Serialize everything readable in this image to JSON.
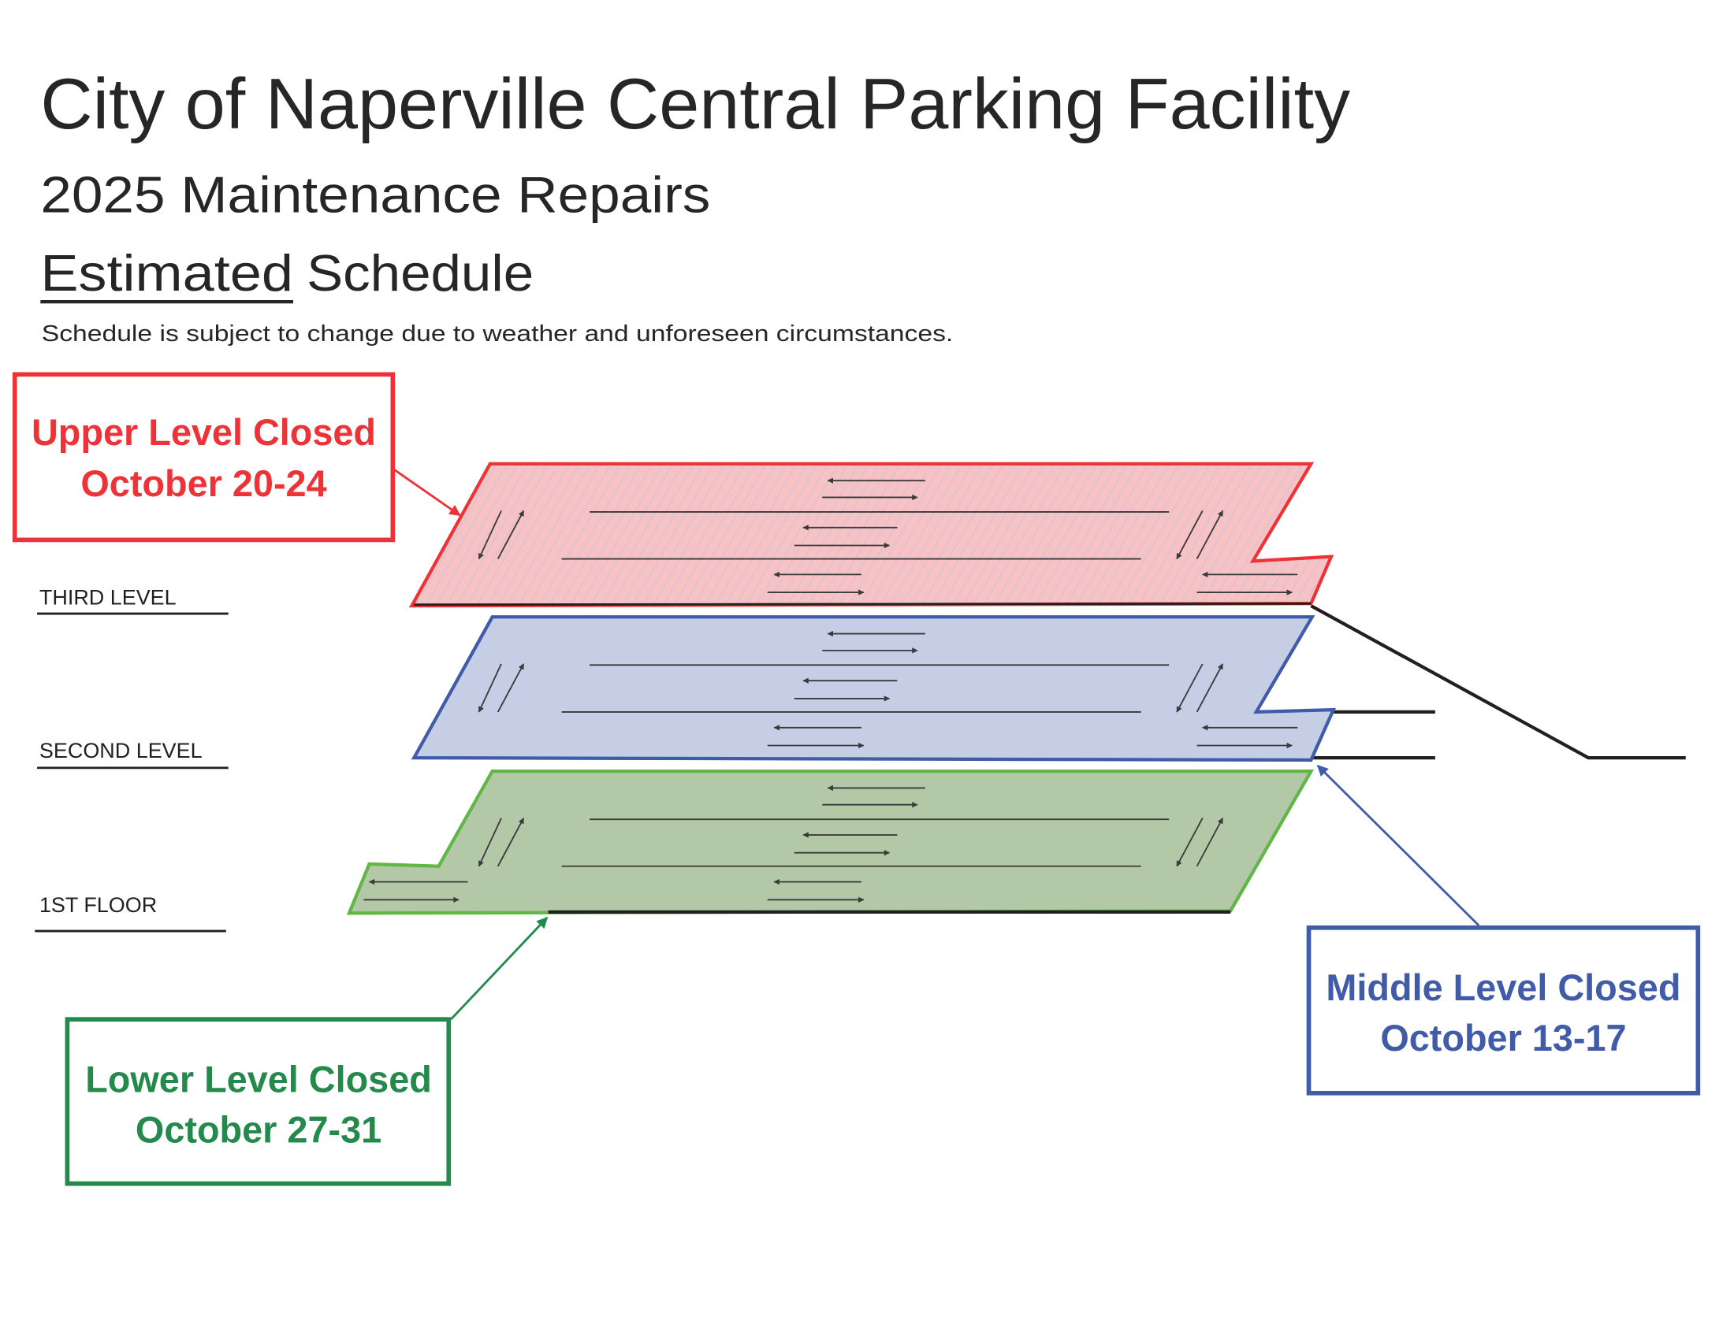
{
  "header": {
    "title": "City of Naperville Central Parking Facility",
    "subtitle": "2025 Maintenance Repairs",
    "schedule_heading_underlined": "Estimated",
    "schedule_heading_rest": "Schedule",
    "note": "Schedule is subject to change due to weather and unforeseen circumstances."
  },
  "levels": [
    {
      "label": "THIRD LEVEL"
    },
    {
      "label": "SECOND LEVEL"
    },
    {
      "label": "1ST FLOOR"
    }
  ],
  "callouts": {
    "upper": {
      "line1": "Upper Level Closed",
      "line2": "October 20-24",
      "color": "#EE3338"
    },
    "middle": {
      "line1": "Middle Level Closed",
      "line2": "October 13-17",
      "color": "#405CA8"
    },
    "lower": {
      "line1": "Lower Level Closed",
      "line2": "October 27-31",
      "color": "#238A4B"
    }
  },
  "colors": {
    "upper_fill": "#F6C2C4",
    "middle_fill": "#C6CEE5",
    "lower_fill": "#B3C8A6",
    "lower_stroke": "#62B547",
    "ink": "#3a3a3a"
  }
}
